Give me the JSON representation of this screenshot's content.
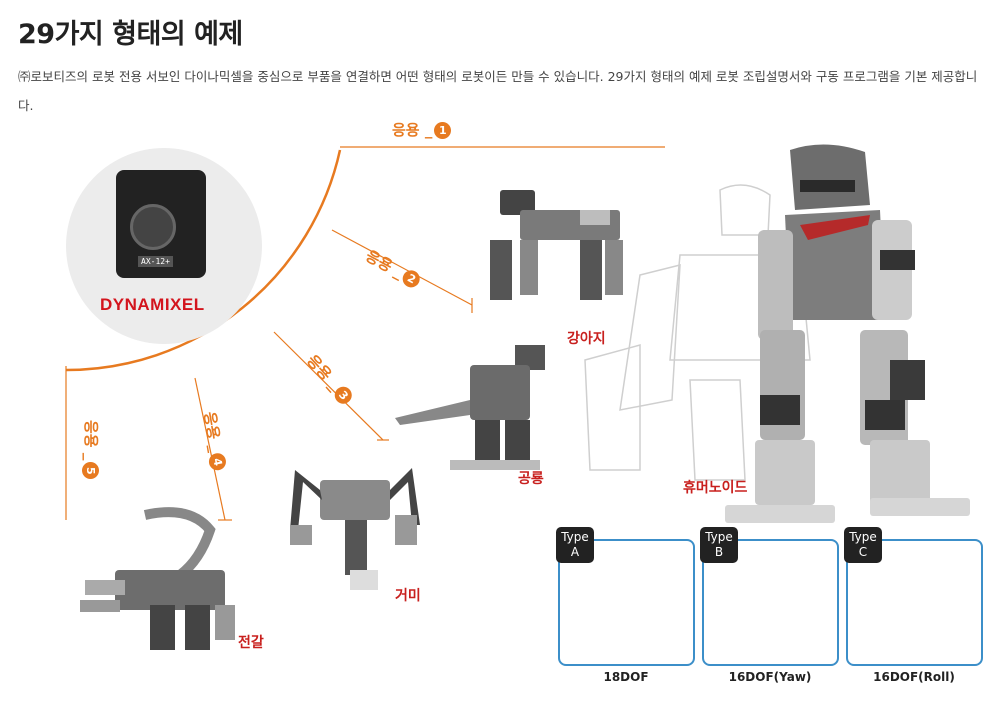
{
  "header": {
    "title": "29가지 형태의 예제",
    "description": "㈜로보티즈의 로봇 전용 서보인 다이나믹셀을 중심으로 부품을 연결하면 어떤 형태의 로봇이든 만들 수 있습니다. 29가지 형태의 예제 로봇 조립설명서와 구동 프로그램을 기본 제공합니다."
  },
  "center": {
    "servo_label": "AX-12+",
    "logo_text": "DYNAMIXEL"
  },
  "applications": [
    {
      "label": "응용 _",
      "num": "1"
    },
    {
      "label": "응용 _",
      "num": "2"
    },
    {
      "label": "응용 _",
      "num": "3"
    },
    {
      "label": "응용 _",
      "num": "4"
    },
    {
      "label": "응용 _",
      "num": "5"
    }
  ],
  "robots": {
    "dog": "강아지",
    "dinosaur": "공룡",
    "spider": "거미",
    "scorpion": "전갈",
    "humanoid": "휴머노이드"
  },
  "types": [
    {
      "badge_line1": "Type",
      "badge_line2": "A",
      "dof": "18DOF"
    },
    {
      "badge_line1": "Type",
      "badge_line2": "B",
      "dof": "16DOF(Yaw)"
    },
    {
      "badge_line1": "Type",
      "badge_line2": "C",
      "dof": "16DOF(Roll)"
    }
  ],
  "colors": {
    "accent": "#e77a20",
    "robot_label": "#c8201e",
    "type_border": "#3c8fc9",
    "logo": "#d3141d"
  }
}
